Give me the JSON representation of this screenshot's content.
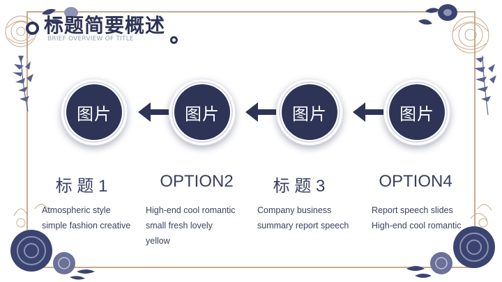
{
  "header": {
    "title": "标题简要概述",
    "subtitle": "BRIEF OVERVIEW OF TITLE"
  },
  "colors": {
    "navy": "#2d3456",
    "frame": "#c9a98a",
    "flower_dark": "#3b4470",
    "flower_light": "#8e93b5"
  },
  "steps": [
    {
      "icon_label": "图片",
      "title": "标 题 1",
      "desc": [
        "Atmospheric style",
        "simple fashion creative"
      ]
    },
    {
      "icon_label": "图片",
      "title": "OPTION2",
      "desc": [
        "High-end cool romantic",
        "small fresh lovely",
        "yellow"
      ]
    },
    {
      "icon_label": "图片",
      "title": "标 题 3",
      "desc": [
        "Company business",
        "summary report speech"
      ]
    },
    {
      "icon_label": "图片",
      "title": "OPTION4",
      "desc": [
        "Report speech slides",
        "High-end cool romantic"
      ]
    }
  ]
}
